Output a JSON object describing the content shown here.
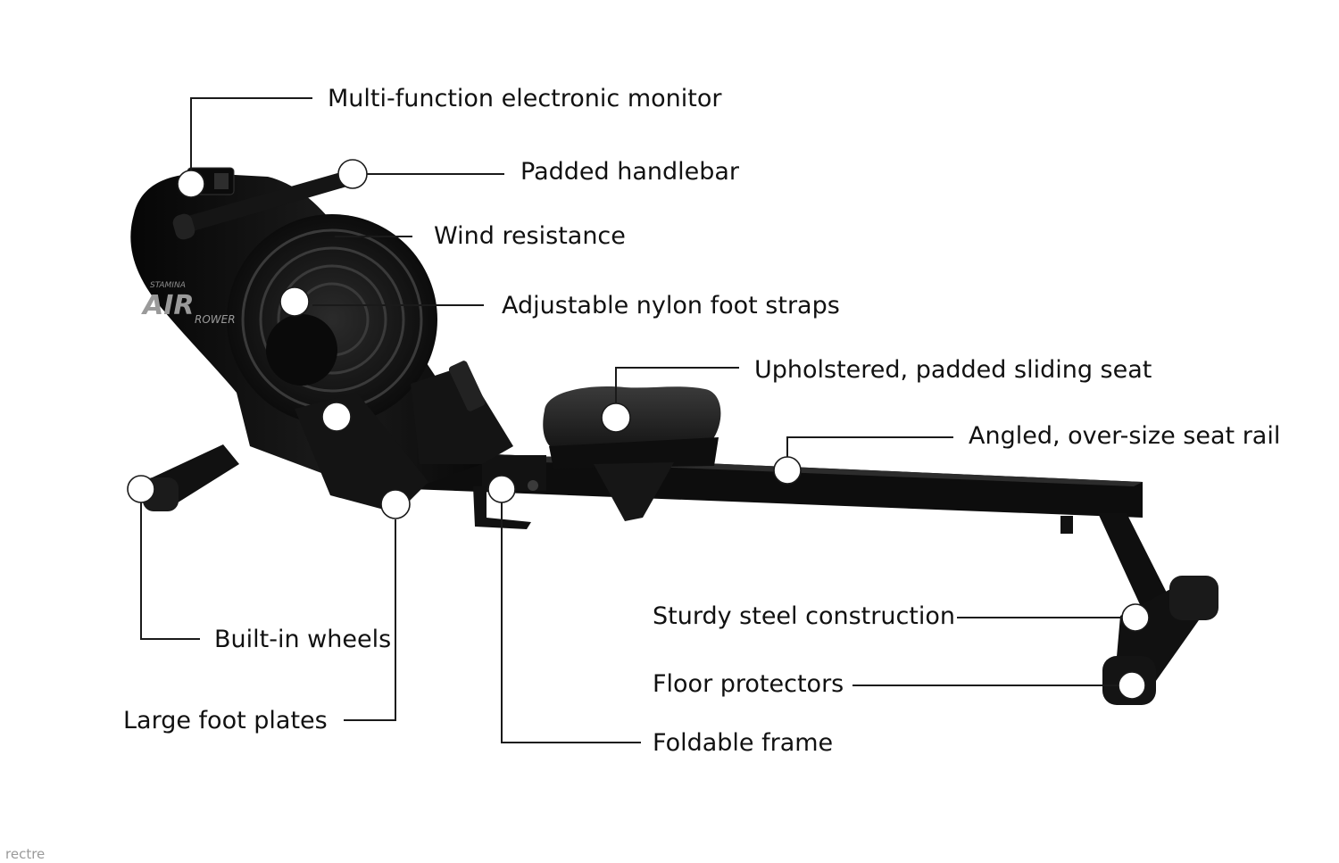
{
  "diagram": {
    "labels": {
      "monitor": "Multi-function electronic monitor",
      "handlebar": "Padded handlebar",
      "wind": "Wind resistance",
      "straps": "Adjustable nylon foot straps",
      "seat": "Upholstered, padded sliding seat",
      "rail": "Angled, over-size seat rail",
      "steel": "Sturdy steel construction",
      "floor": "Floor protectors",
      "frame": "Foldable frame",
      "wheels": "Built-in wheels",
      "plates": "Large foot plates"
    },
    "product_logo": {
      "brand": "STAMINA",
      "line1": "AIR",
      "line2": "ROWER"
    },
    "watermark": "rectre"
  },
  "colors": {
    "machine": "#111111",
    "machine_highlight": "#2a2a2a",
    "leader_line": "#1a1a1a",
    "marker_fill": "#ffffff",
    "text": "#111111"
  }
}
